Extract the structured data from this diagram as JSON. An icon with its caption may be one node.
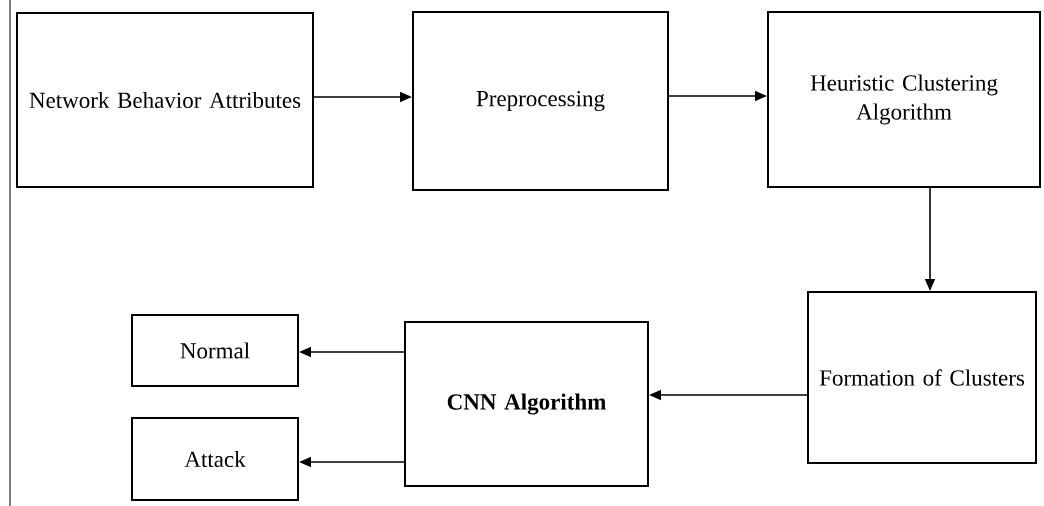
{
  "diagram": {
    "nodes": [
      {
        "text": [
          "Network Behavior Attributes"
        ]
      },
      {
        "text": [
          "Preprocessing"
        ]
      },
      {
        "text": [
          "Heuristic Clustering Algorithm"
        ]
      },
      {
        "text": [
          "Formation of Clusters"
        ]
      },
      {
        "text": [
          "CNN Algorithm"
        ]
      },
      {
        "text": [
          "Normal"
        ]
      },
      {
        "text": [
          "Attack"
        ]
      }
    ],
    "edges": [
      {
        "from": 0,
        "to": 1,
        "arrow": "to"
      },
      {
        "from": 1,
        "to": 2,
        "arrow": "to"
      },
      {
        "from": 2,
        "to": 3,
        "arrow": "to"
      },
      {
        "from": 3,
        "to": 4,
        "arrow": "to"
      },
      {
        "from": 4,
        "to": 5,
        "arrow": "to"
      },
      {
        "from": 4,
        "to": 6,
        "arrow": "to"
      }
    ]
  }
}
